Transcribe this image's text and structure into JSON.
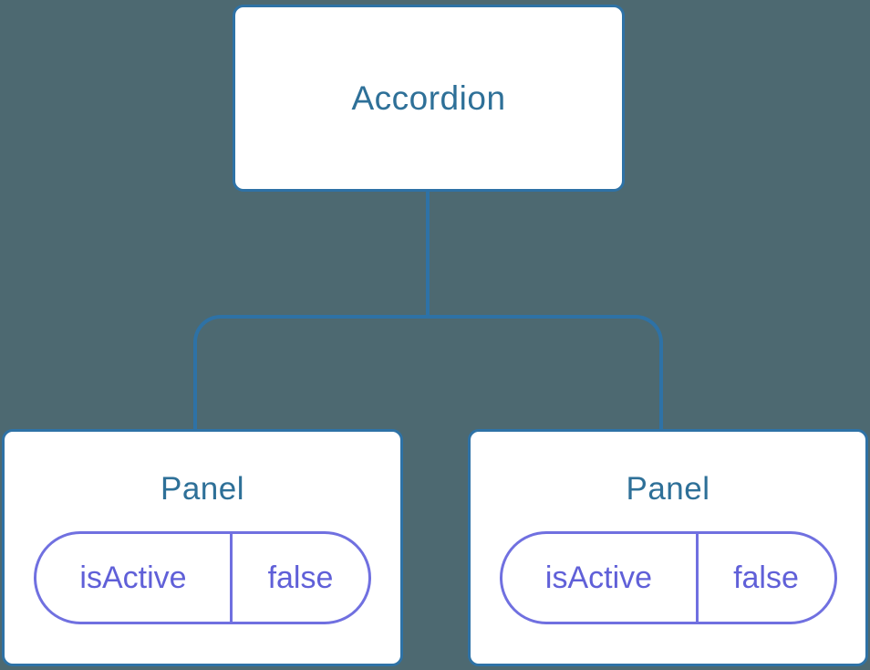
{
  "diagram": {
    "title": "component-tree",
    "colors": {
      "background": "#4d6971",
      "line_and_border": "#2e72a6",
      "node_fill": "#ffffff",
      "node_label": "#2e7098",
      "pill_border": "#7070e0",
      "pill_text": "#6060d8"
    },
    "tree": {
      "root": {
        "label": "Accordion"
      },
      "children": [
        {
          "label": "Panel",
          "prop": {
            "name": "isActive",
            "value": "false"
          }
        },
        {
          "label": "Panel",
          "prop": {
            "name": "isActive",
            "value": "false"
          }
        }
      ]
    }
  }
}
